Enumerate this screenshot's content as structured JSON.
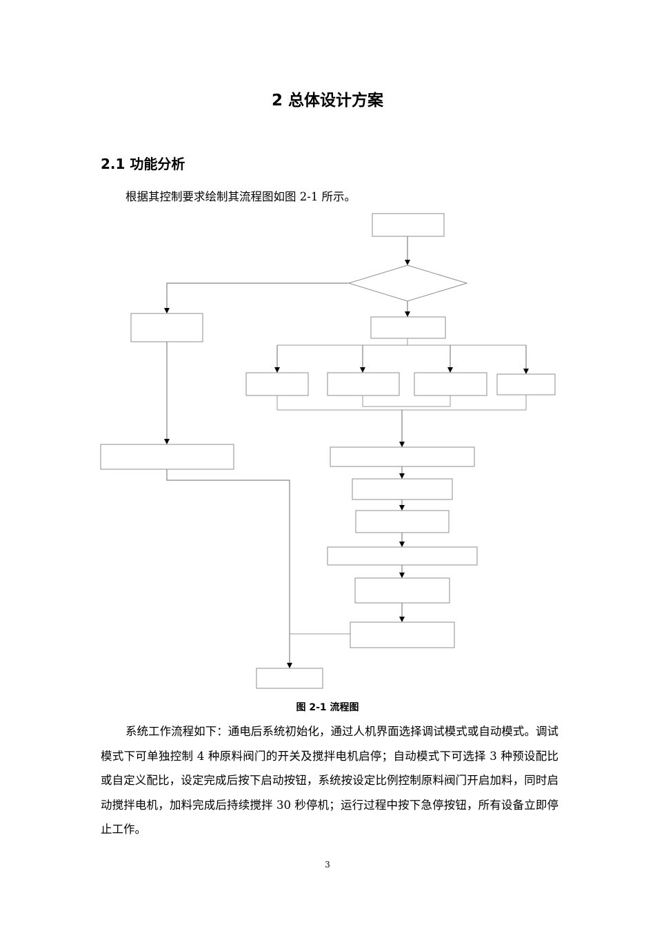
{
  "document": {
    "chapter_title": "2 总体设计方案",
    "section_title": "2.1  功能分析",
    "intro_text": "根据其控制要求绘制其流程图如图 2-1 所示。",
    "figure_caption": "图 2-1  流程图",
    "body_paragraph": "系统工作流程如下：通电后系统初始化，通过人机界面选择调试模式或自动模式。调试模式下可单独控制 4 种原料阀门的开关及搅拌电机启停；自动模式下可选择 3 种预设配比或自定义配比，设定完成后按下启动按钮，系统按设定比例控制原料阀门开启加料，同时启动搅拌电机，加料完成后持续搅拌 30 秒停机；运行过程中按下急停按钮，所有设备立即停止工作。",
    "page_number": "3"
  }
}
